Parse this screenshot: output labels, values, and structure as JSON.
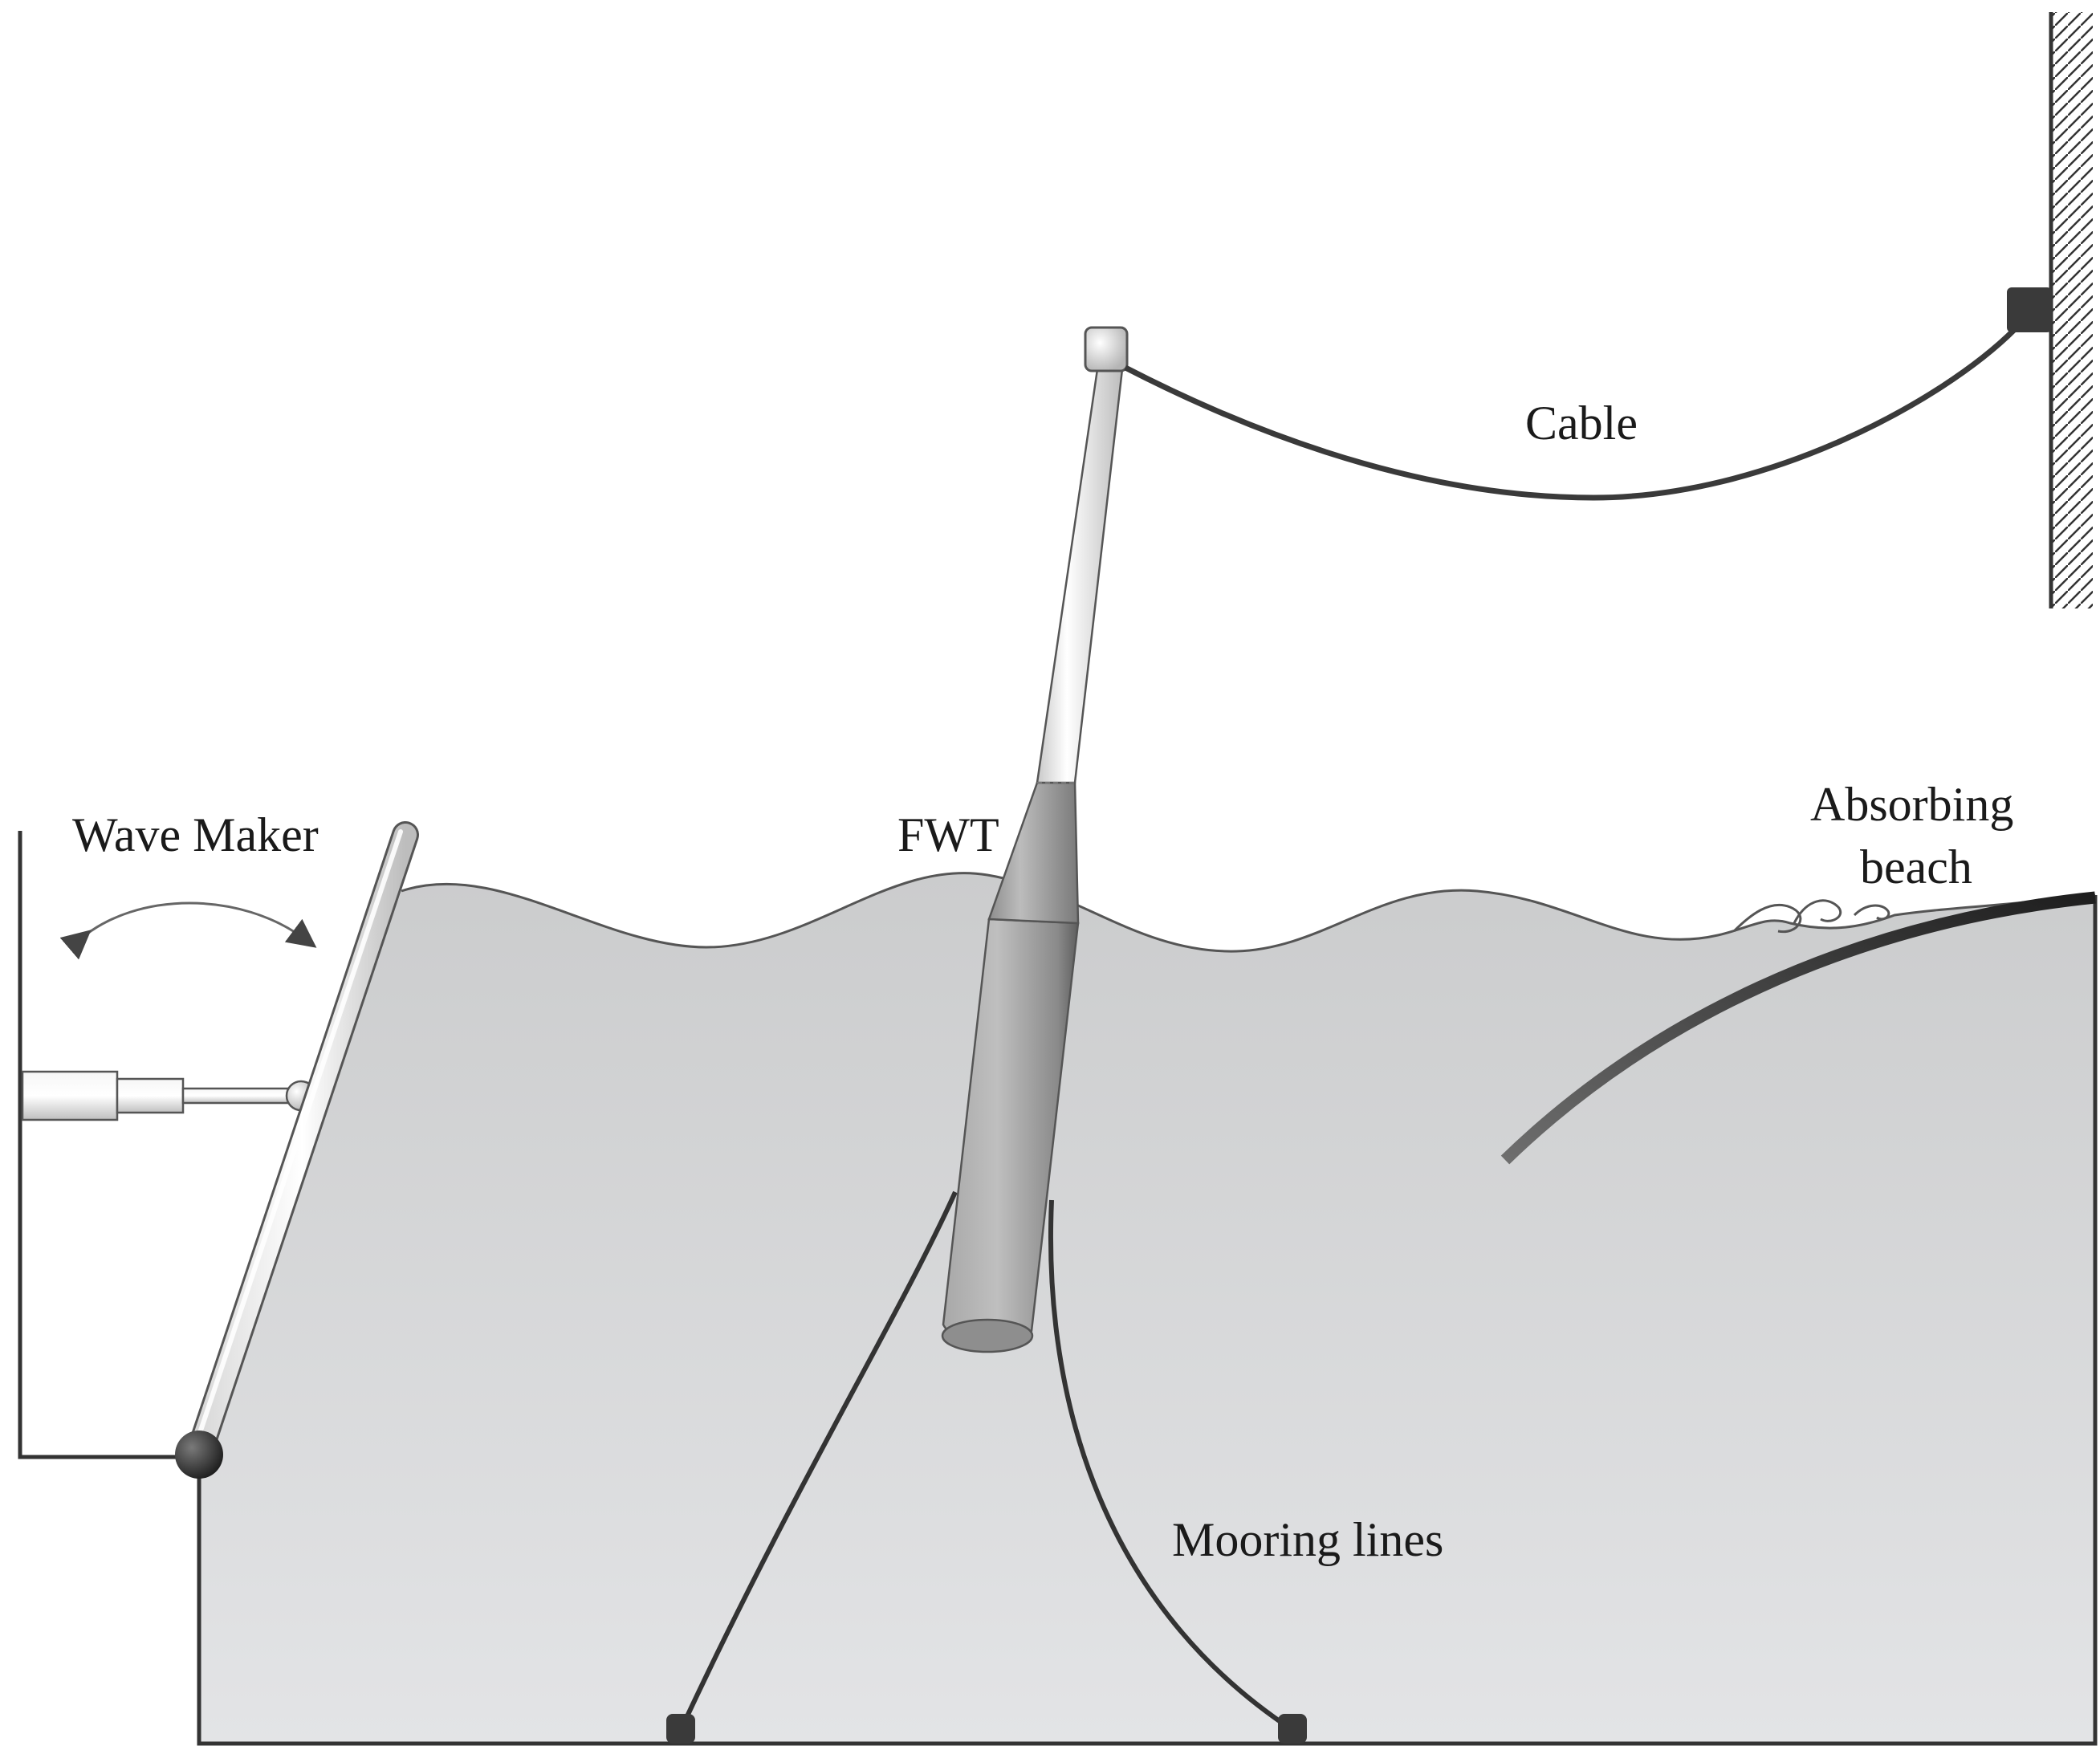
{
  "labels": {
    "cable": "Cable",
    "wave_maker": "Wave Maker",
    "fwt": "FWT",
    "absorbing_beach_line1": "Absorbing",
    "absorbing_beach_line2": "beach",
    "mooring_lines": "Mooring lines"
  },
  "colors": {
    "water": "#d6d7d9",
    "outline": "#333333",
    "dark_part": "#3a3a3a",
    "light_part": "#eeeeee",
    "submerged_part": "#9c9c9c"
  }
}
